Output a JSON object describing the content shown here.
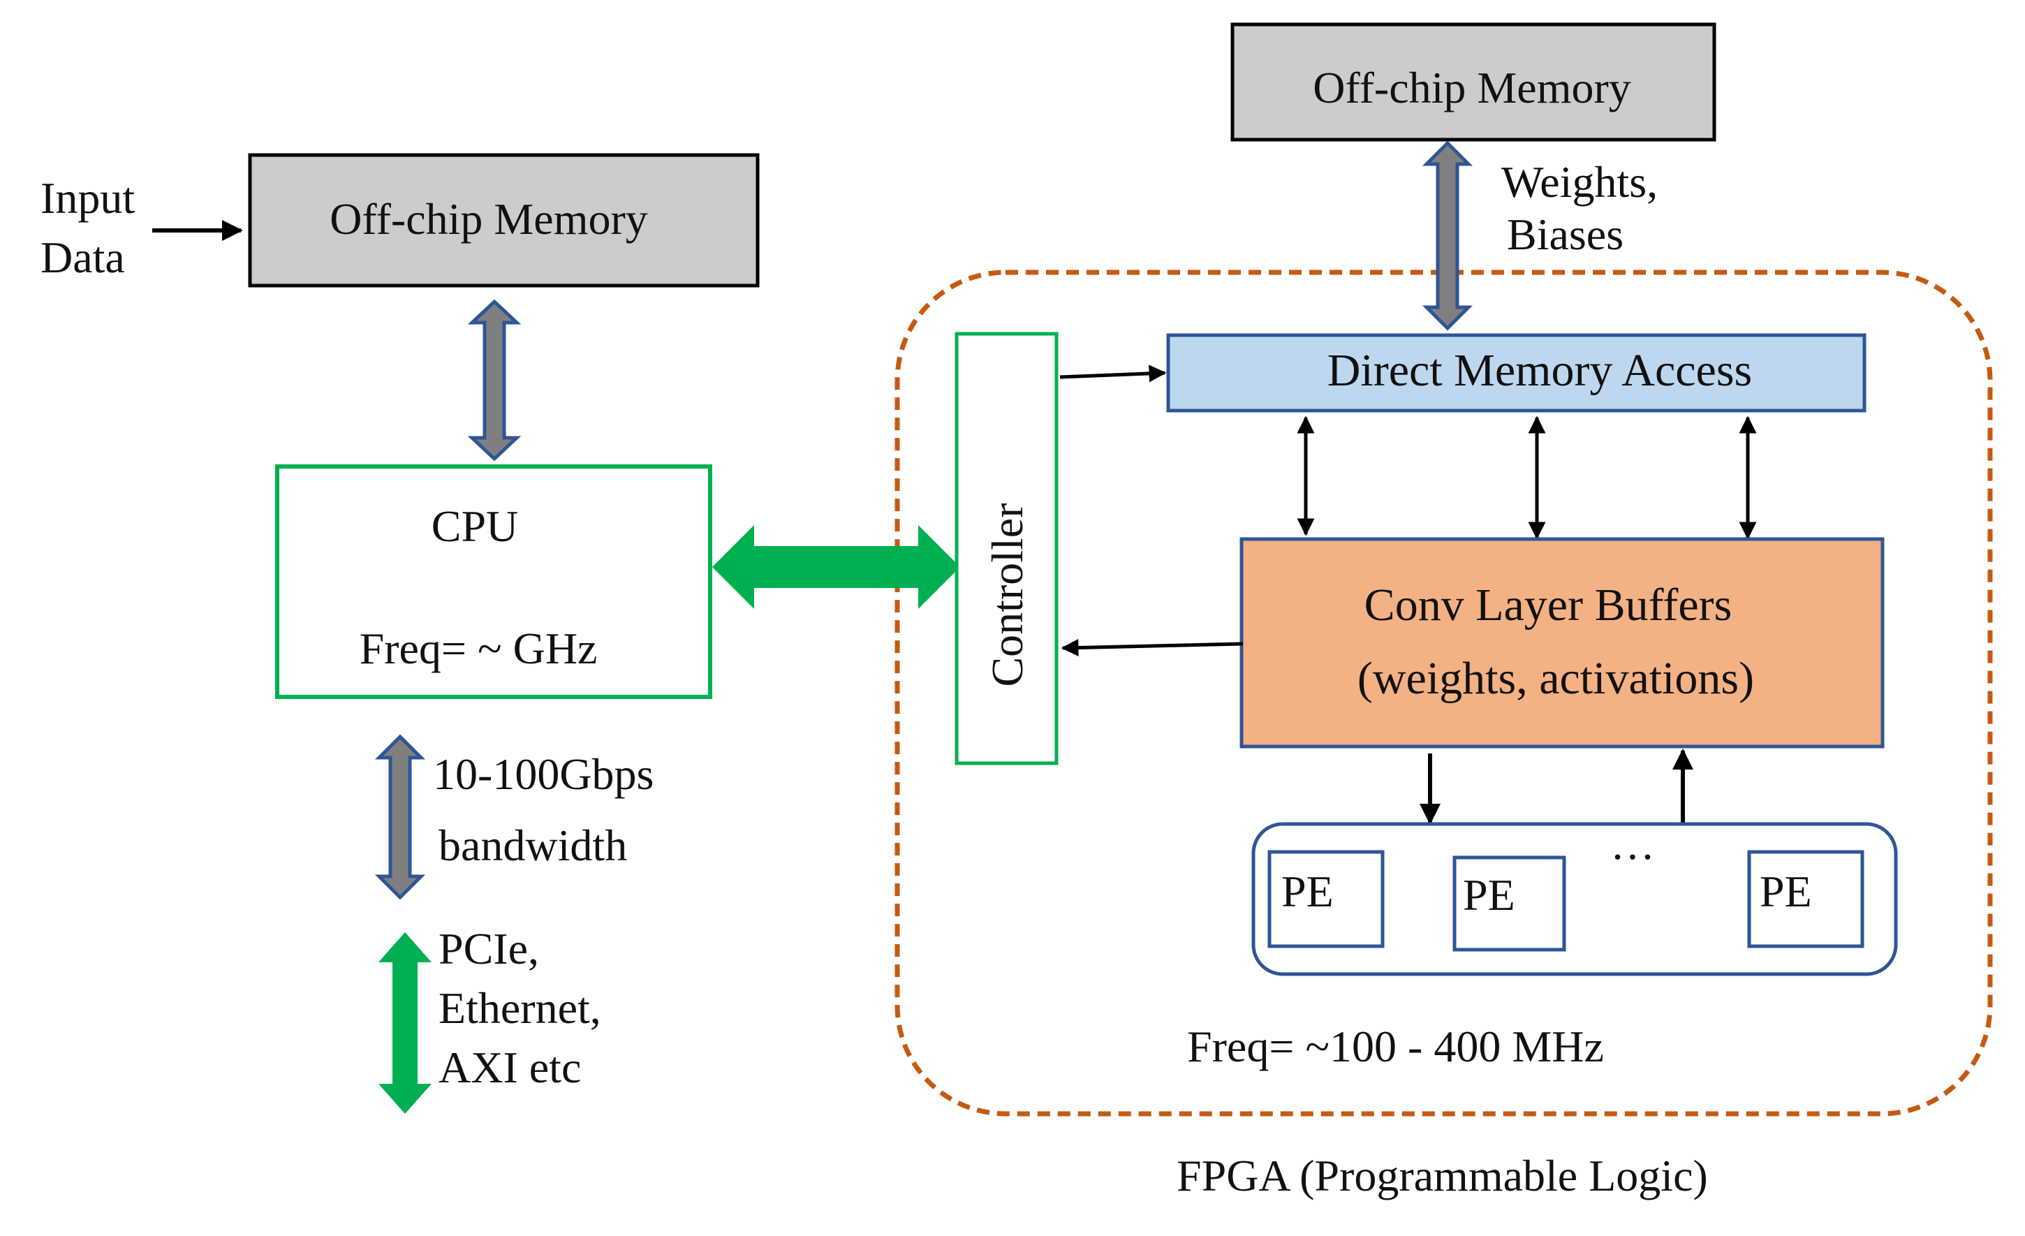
{
  "labels": {
    "input_line1": "Input",
    "input_line2": "Data",
    "left_memory": "Off-chip Memory",
    "top_memory": "Off-chip Memory",
    "cpu_title": "CPU",
    "cpu_freq": "Freq= ~ GHz",
    "weights_line1": "Weights,",
    "weights_line2": "Biases",
    "controller": "Controller",
    "dma": "Direct Memory Access",
    "conv_line1": "Conv Layer Buffers",
    "conv_line2": "(weights, activations)",
    "pe_1": "PE",
    "pe_2": "PE",
    "pe_3": "PE",
    "pe_ellipsis": "…",
    "bandwidth_line1": "10-100Gbps",
    "bandwidth_line2": "bandwidth",
    "interface_line1": "PCIe,",
    "interface_line2": "Ethernet,",
    "interface_line3": "AXI etc",
    "fpga_freq": "Freq= ~100 - 400 MHz",
    "fpga_label": "FPGA (Programmable Logic)"
  },
  "colors": {
    "memory_fill": "#cccccc",
    "cpu_border": "#00b050",
    "controller_border": "#00b050",
    "dma_fill": "#bdd7ee",
    "conv_fill": "#f4b183",
    "box_border_blue": "#2f5597",
    "fpga_border": "#c55a11",
    "bus_green": "#00b050",
    "memory_arrow_fill": "#7f7f7f",
    "memory_arrow_border": "#2f5597"
  }
}
